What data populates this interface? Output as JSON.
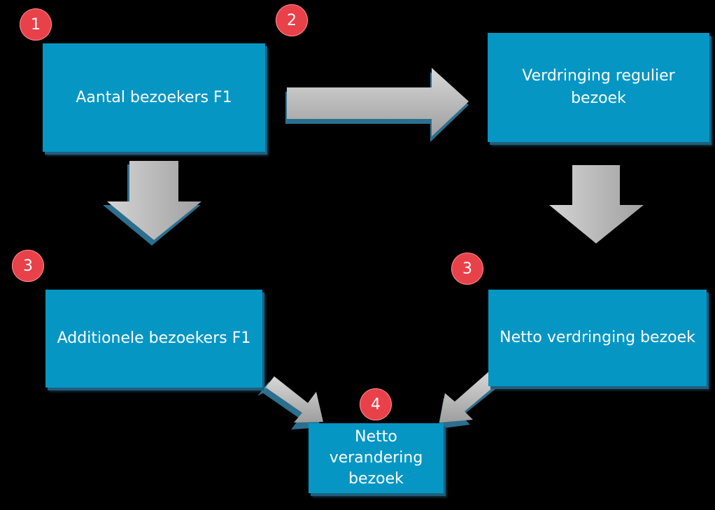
{
  "boxes": {
    "aantal": "Aantal bezoekers F1",
    "verdringing": "Verdringing regulier\nbezoek",
    "additionele": "Additionele bezoekers F1",
    "netto_verdringing": "Netto verdringing bezoek",
    "netto_verandering": "Netto\nverandering\nbezoek"
  },
  "badges": {
    "b1": "1",
    "b2": "2",
    "b3_left": "3",
    "b3_right": "3",
    "b4": "4"
  },
  "colors": {
    "box": "#0596c4",
    "badge": "#e8414a",
    "arrow": "#bdbdbd",
    "background": "#000000"
  }
}
